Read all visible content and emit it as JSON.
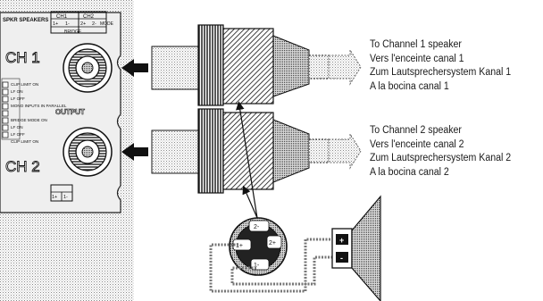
{
  "panel": {
    "top_label": "SPKR SPEAKERS",
    "column_labels": [
      "CH1",
      "CH2"
    ],
    "pin_row": [
      "1+",
      "1-",
      "2+",
      "2-"
    ],
    "bridge_label": "BRIDGE",
    "mode_label": "MODE",
    "ch1_label": "CH 1",
    "ch2_label": "CH 2",
    "output_label": "OUTPUT",
    "ch2_pins": [
      "1+",
      "1-"
    ],
    "small_labels": [
      "CLIP LIMIT ON",
      "LF ON",
      "LF OFF",
      "MONO INPUTS IN PARALLEL",
      "BRIDGE MODE ON",
      "LF ON",
      "LF OFF",
      "CLIP LIMIT ON"
    ]
  },
  "plug_end": {
    "pins": [
      "2-",
      "2+",
      "1+",
      "1-"
    ]
  },
  "speaker_terminals": [
    "+",
    "-"
  ],
  "channel_1": {
    "lines": [
      "To Channel 1 speaker",
      "Vers l'enceinte canal 1",
      "Zum Lautsprechersystem Kanal 1",
      "A la bocina canal 1"
    ]
  },
  "channel_2": {
    "lines": [
      "To Channel 2 speaker",
      "Vers l'enceinte canal 2",
      "Zum Lautsprechersystem Kanal 2",
      "A la bocina canal 2"
    ]
  },
  "colors": {
    "ink": "#1a1a1a",
    "panel_fill": "#efefef",
    "dither": "#b8b8b8"
  }
}
